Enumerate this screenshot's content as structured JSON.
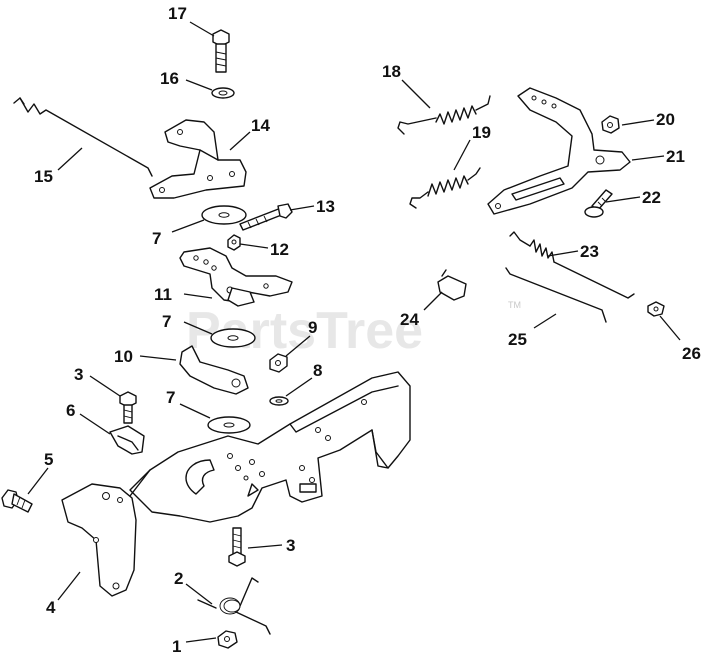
{
  "watermark": {
    "text": "PartsTree",
    "trademark": "TM"
  },
  "callouts": [
    {
      "id": "c17",
      "label": "17",
      "part": "bolt-top"
    },
    {
      "id": "c16",
      "label": "16",
      "part": "washer-top"
    },
    {
      "id": "c14",
      "label": "14",
      "part": "upper-bracket"
    },
    {
      "id": "c15",
      "label": "15",
      "part": "choke-rod"
    },
    {
      "id": "c7a",
      "label": "7",
      "part": "washer-upper"
    },
    {
      "id": "c13",
      "label": "13",
      "part": "bolt-13"
    },
    {
      "id": "c12",
      "label": "12",
      "part": "nut-12"
    },
    {
      "id": "c11",
      "label": "11",
      "part": "control-lever"
    },
    {
      "id": "c7b",
      "label": "7",
      "part": "washer-middle"
    },
    {
      "id": "c9",
      "label": "9",
      "part": "nut-9"
    },
    {
      "id": "c10",
      "label": "10",
      "part": "lever-10"
    },
    {
      "id": "c8",
      "label": "8",
      "part": "washer-8"
    },
    {
      "id": "c3a",
      "label": "3",
      "part": "bolt-3-upper"
    },
    {
      "id": "c7c",
      "label": "7",
      "part": "washer-lower"
    },
    {
      "id": "c6",
      "label": "6",
      "part": "clip-6"
    },
    {
      "id": "c5",
      "label": "5",
      "part": "bolt-5"
    },
    {
      "id": "c3b",
      "label": "3",
      "part": "bolt-3-lower"
    },
    {
      "id": "c4",
      "label": "4",
      "part": "side-bracket"
    },
    {
      "id": "c2",
      "label": "2",
      "part": "torsion-spring"
    },
    {
      "id": "c1",
      "label": "1",
      "part": "nut-1"
    },
    {
      "id": "c18",
      "label": "18",
      "part": "spring-18"
    },
    {
      "id": "c19",
      "label": "19",
      "part": "spring-19"
    },
    {
      "id": "c20",
      "label": "20",
      "part": "nut-20"
    },
    {
      "id": "c21",
      "label": "21",
      "part": "governor-lever"
    },
    {
      "id": "c22",
      "label": "22",
      "part": "bolt-22"
    },
    {
      "id": "c23",
      "label": "23",
      "part": "spring-23"
    },
    {
      "id": "c24",
      "label": "24",
      "part": "clip-24"
    },
    {
      "id": "c25",
      "label": "25",
      "part": "link-rod"
    },
    {
      "id": "c26",
      "label": "26",
      "part": "bushing-26"
    }
  ]
}
